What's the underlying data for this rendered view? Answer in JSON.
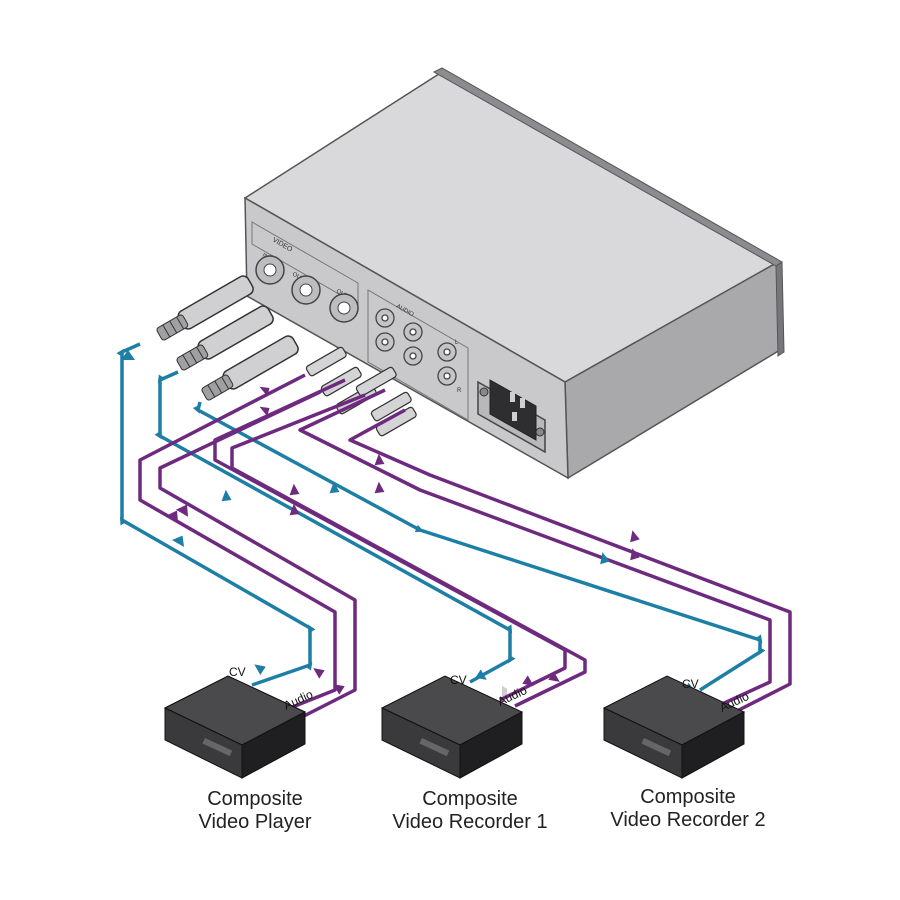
{
  "diagram": {
    "unit_labels": {
      "video": "VIDEO",
      "in": "IN",
      "out1": "OUT 1",
      "out2": "OUT 2",
      "audio": "AUDIO",
      "l": "L",
      "r": "R"
    },
    "devices": [
      {
        "line1": "Composite",
        "line2": "Video Player",
        "cv_label": "CV",
        "audio_label": "Audio"
      },
      {
        "line1": "Composite",
        "line2": "Video Recorder 1",
        "cv_label": "CV",
        "audio_label": "Audio"
      },
      {
        "line1": "Composite",
        "line2": "Video Recorder 2",
        "cv_label": "CV",
        "audio_label": "Audio"
      }
    ],
    "colors": {
      "video_cable": "#1E7FA6",
      "audio_cable": "#6E2A7E",
      "unit_top": "#D9D9DB",
      "unit_front": "#C9C9CB",
      "unit_side": "#A9A9AC",
      "deck": "#3A3A3C"
    }
  }
}
